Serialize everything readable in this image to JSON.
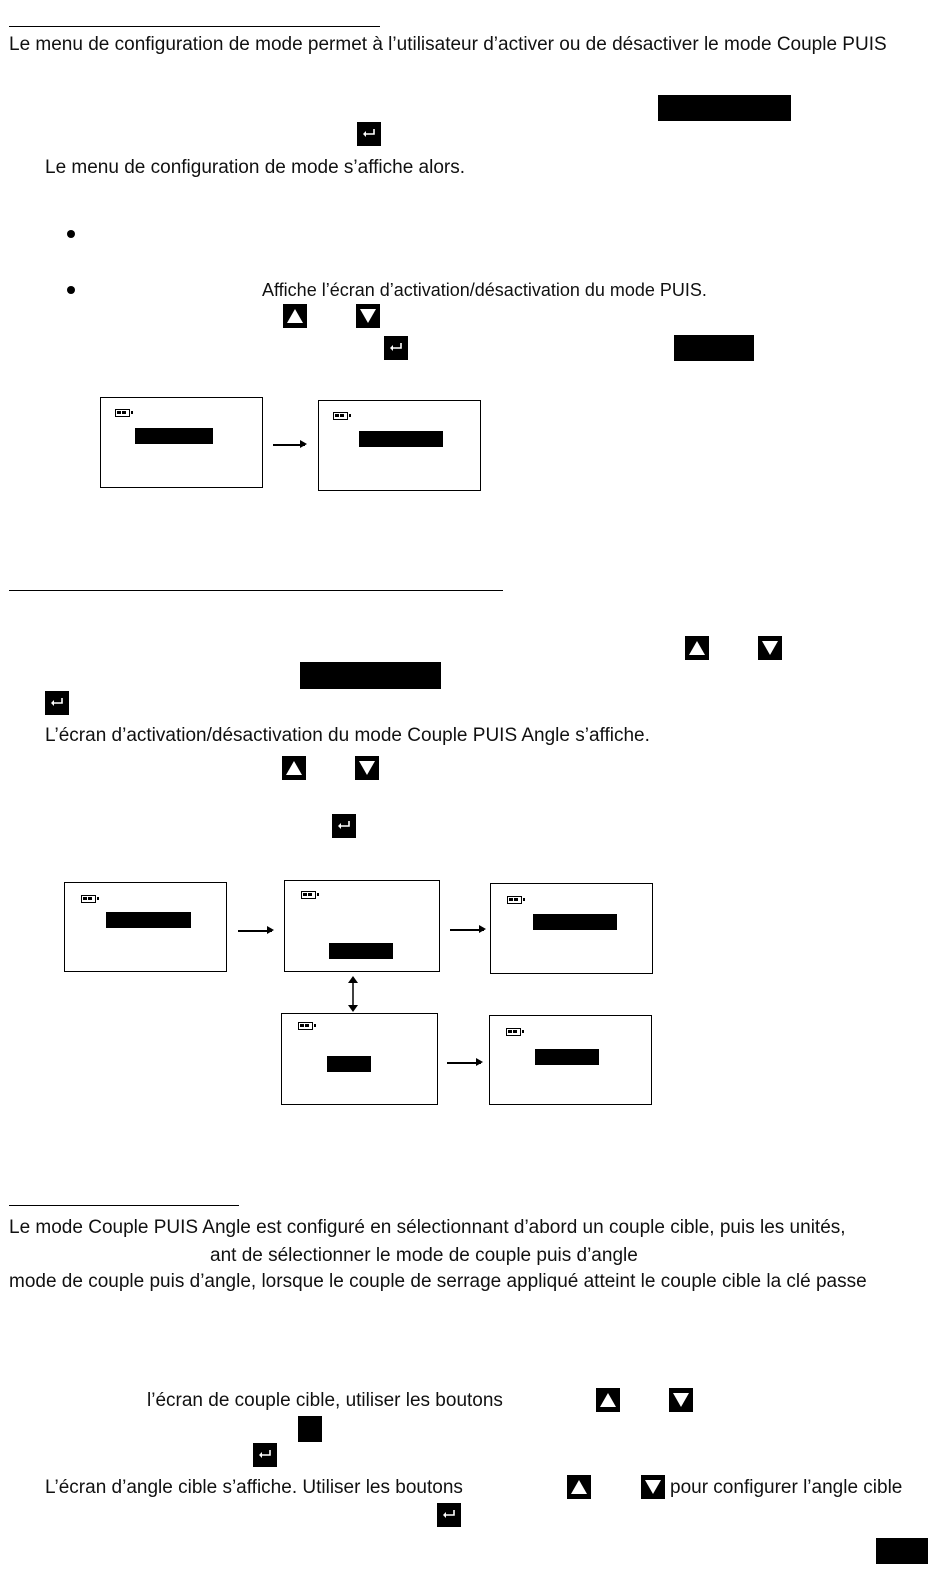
{
  "text": {
    "line1": "Le menu de configuration de mode permet à l’utilisateur d’activer ou de désactiver le mode Couple PUIS",
    "line2": "Le menu de configuration de mode s’affiche alors.",
    "line3": "Affiche l’écran d’activation/désactivation du mode PUIS.",
    "line4": "L’écran d’activation/désactivation du mode Couple PUIS Angle s’affiche.",
    "line5": "Le mode Couple PUIS Angle est configuré en sélectionnant d’abord un couple cible, puis les unités,",
    "line6": "ant de sélectionner le mode de couple puis d’angle",
    "line7": "mode de couple puis d’angle, lorsque le couple de serrage appliqué atteint le couple cible la clé passe",
    "line8": "l’écran de couple cible, utiliser les boutons",
    "line9": "L’écran d’angle cible s’affiche. Utiliser les boutons",
    "line10": "pour configurer l’angle cible"
  },
  "icons": {
    "up": "up-triangle-button-icon",
    "down": "down-triangle-button-icon",
    "enter": "enter-return-icon",
    "battery": "battery-icon",
    "bullet": "bullet-point"
  },
  "colors": {
    "ink": "#000000",
    "paper": "#ffffff"
  }
}
